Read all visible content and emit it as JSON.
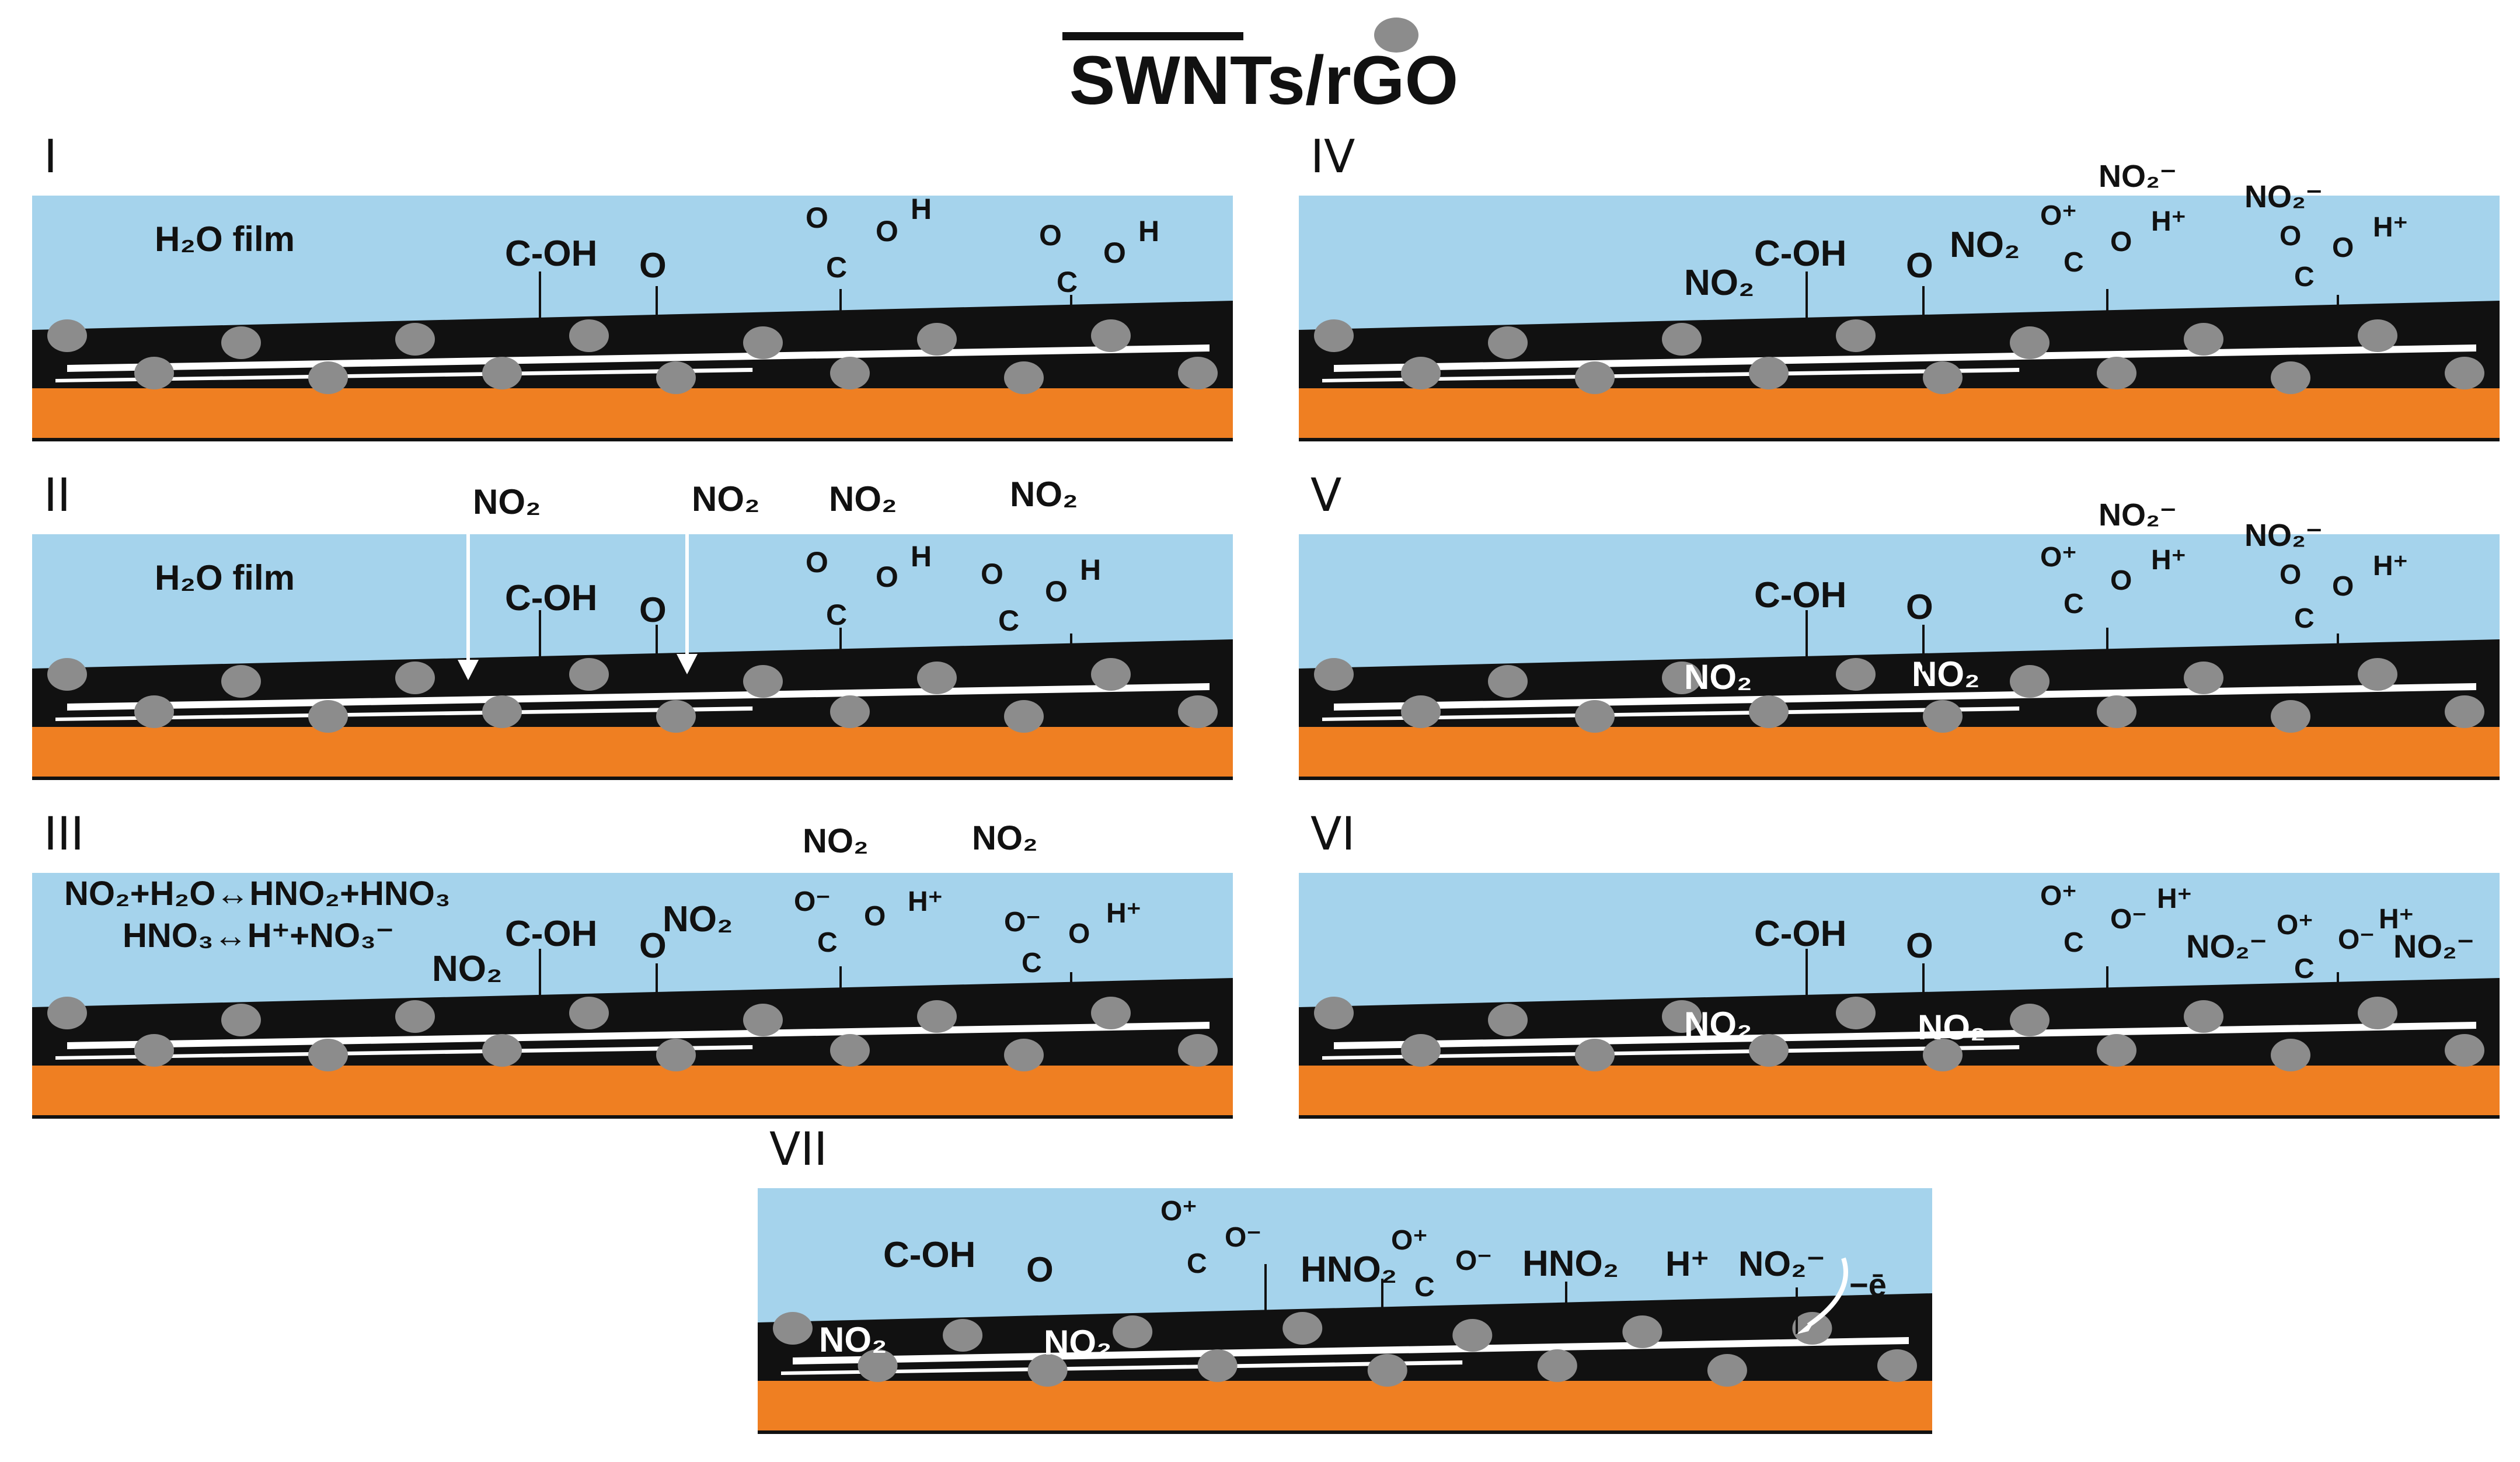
{
  "title": {
    "text": "SWNTs/rGO"
  },
  "panels": [
    {
      "id": "I",
      "label": "I",
      "film_text": "H₂O film",
      "equations": [],
      "texts": [
        {
          "t": "C-OH",
          "style": "dark"
        },
        {
          "t": "O",
          "style": "dark"
        },
        {
          "t": "O",
          "style": "dark"
        },
        {
          "t": "C",
          "style": "dark"
        },
        {
          "t": "O",
          "style": "dark"
        },
        {
          "t": "H",
          "style": "dark"
        },
        {
          "t": "O",
          "style": "dark"
        },
        {
          "t": "C",
          "style": "dark"
        },
        {
          "t": "O",
          "style": "dark"
        },
        {
          "t": "H",
          "style": "dark"
        }
      ]
    },
    {
      "id": "II",
      "label": "II",
      "film_text": "H₂O film",
      "equations": [],
      "texts": [
        {
          "t": "NO₂",
          "style": "dark"
        },
        {
          "t": "NO₂",
          "style": "dark"
        },
        {
          "t": "NO₂",
          "style": "dark"
        },
        {
          "t": "NO₂",
          "style": "dark"
        },
        {
          "t": "C-OH",
          "style": "dark"
        },
        {
          "t": "O",
          "style": "dark"
        },
        {
          "t": "O",
          "style": "dark"
        },
        {
          "t": "C",
          "style": "dark"
        },
        {
          "t": "O",
          "style": "dark"
        },
        {
          "t": "H",
          "style": "dark"
        },
        {
          "t": "O",
          "style": "dark"
        },
        {
          "t": "C",
          "style": "dark"
        },
        {
          "t": "O",
          "style": "dark"
        },
        {
          "t": "H",
          "style": "dark"
        }
      ]
    },
    {
      "id": "III",
      "label": "III",
      "film_text": "",
      "equations": [
        "NO₂+H₂O↔HNO₂+HNO₃",
        "HNO₃↔H⁺+NO₃⁻"
      ],
      "texts": [
        {
          "t": "NO₂",
          "style": "dark"
        },
        {
          "t": "C-OH",
          "style": "dark"
        },
        {
          "t": "O",
          "style": "dark"
        },
        {
          "t": "NO₂",
          "style": "dark"
        },
        {
          "t": "NO₂",
          "style": "dark"
        },
        {
          "t": "O⁻",
          "style": "dark"
        },
        {
          "t": "C",
          "style": "dark"
        },
        {
          "t": "O",
          "style": "dark"
        },
        {
          "t": "H⁺",
          "style": "dark"
        },
        {
          "t": "NO₂",
          "style": "dark"
        },
        {
          "t": "O⁻",
          "style": "dark"
        },
        {
          "t": "C",
          "style": "dark"
        },
        {
          "t": "O",
          "style": "dark"
        },
        {
          "t": "H⁺",
          "style": "dark"
        }
      ]
    },
    {
      "id": "IV",
      "label": "IV",
      "film_text": "",
      "equations": [],
      "texts": [
        {
          "t": "NO₂",
          "style": "dark"
        },
        {
          "t": "C-OH",
          "style": "dark"
        },
        {
          "t": "O",
          "style": "dark"
        },
        {
          "t": "NO₂",
          "style": "dark"
        },
        {
          "t": "NO₂⁻",
          "style": "dark"
        },
        {
          "t": "O⁺",
          "style": "dark"
        },
        {
          "t": "C",
          "style": "dark"
        },
        {
          "t": "O",
          "style": "dark"
        },
        {
          "t": "H⁺",
          "style": "dark"
        },
        {
          "t": "NO₂⁻",
          "style": "dark"
        },
        {
          "t": "O",
          "style": "dark"
        },
        {
          "t": "C",
          "style": "dark"
        },
        {
          "t": "O",
          "style": "dark"
        },
        {
          "t": "H⁺",
          "style": "dark"
        }
      ]
    },
    {
      "id": "V",
      "label": "V",
      "film_text": "",
      "equations": [],
      "texts": [
        {
          "t": "C-OH",
          "style": "dark"
        },
        {
          "t": "O",
          "style": "dark"
        },
        {
          "t": "NO₂",
          "style": "light"
        },
        {
          "t": "NO₂",
          "style": "light"
        },
        {
          "t": "NO₂⁻",
          "style": "dark"
        },
        {
          "t": "O⁺",
          "style": "dark"
        },
        {
          "t": "C",
          "style": "dark"
        },
        {
          "t": "O",
          "style": "dark"
        },
        {
          "t": "H⁺",
          "style": "dark"
        },
        {
          "t": "NO₂⁻",
          "style": "dark"
        },
        {
          "t": "O",
          "style": "dark"
        },
        {
          "t": "C",
          "style": "dark"
        },
        {
          "t": "O",
          "style": "dark"
        },
        {
          "t": "H⁺",
          "style": "dark"
        }
      ]
    },
    {
      "id": "VI",
      "label": "VI",
      "film_text": "",
      "equations": [],
      "texts": [
        {
          "t": "C-OH",
          "style": "dark"
        },
        {
          "t": "O",
          "style": "dark"
        },
        {
          "t": "NO₂",
          "style": "light"
        },
        {
          "t": "NO₂",
          "style": "light"
        },
        {
          "t": "O⁺",
          "style": "dark"
        },
        {
          "t": "C",
          "style": "dark"
        },
        {
          "t": "O⁻",
          "style": "dark"
        },
        {
          "t": "H⁺",
          "style": "dark"
        },
        {
          "t": "NO₂⁻",
          "style": "dark"
        },
        {
          "t": "O⁺",
          "style": "dark"
        },
        {
          "t": "C",
          "style": "dark"
        },
        {
          "t": "O⁻",
          "style": "dark"
        },
        {
          "t": "H⁺",
          "style": "dark"
        },
        {
          "t": "NO₂⁻",
          "style": "dark"
        }
      ]
    },
    {
      "id": "VII",
      "label": "VII",
      "film_text": "",
      "equations": [],
      "texts": [
        {
          "t": "C-OH",
          "style": "dark"
        },
        {
          "t": "O",
          "style": "dark"
        },
        {
          "t": "NO₂",
          "style": "light"
        },
        {
          "t": "NO₂",
          "style": "light"
        },
        {
          "t": "O⁺",
          "style": "dark"
        },
        {
          "t": "C",
          "style": "dark"
        },
        {
          "t": "O⁻",
          "style": "dark"
        },
        {
          "t": "HNO₂",
          "style": "dark"
        },
        {
          "t": "O⁺",
          "style": "dark"
        },
        {
          "t": "C",
          "style": "dark"
        },
        {
          "t": "O⁻",
          "style": "dark"
        },
        {
          "t": "HNO₂",
          "style": "dark"
        },
        {
          "t": "H⁺",
          "style": "dark"
        },
        {
          "t": "NO₂⁻",
          "style": "dark"
        },
        {
          "t": "−ē",
          "style": "dark"
        }
      ]
    }
  ],
  "colors": {
    "water": "#a5d3ec",
    "carbon": "#111111",
    "substrate": "#ef7f22",
    "particle": "#8c8c8c",
    "white": "#ffffff"
  }
}
